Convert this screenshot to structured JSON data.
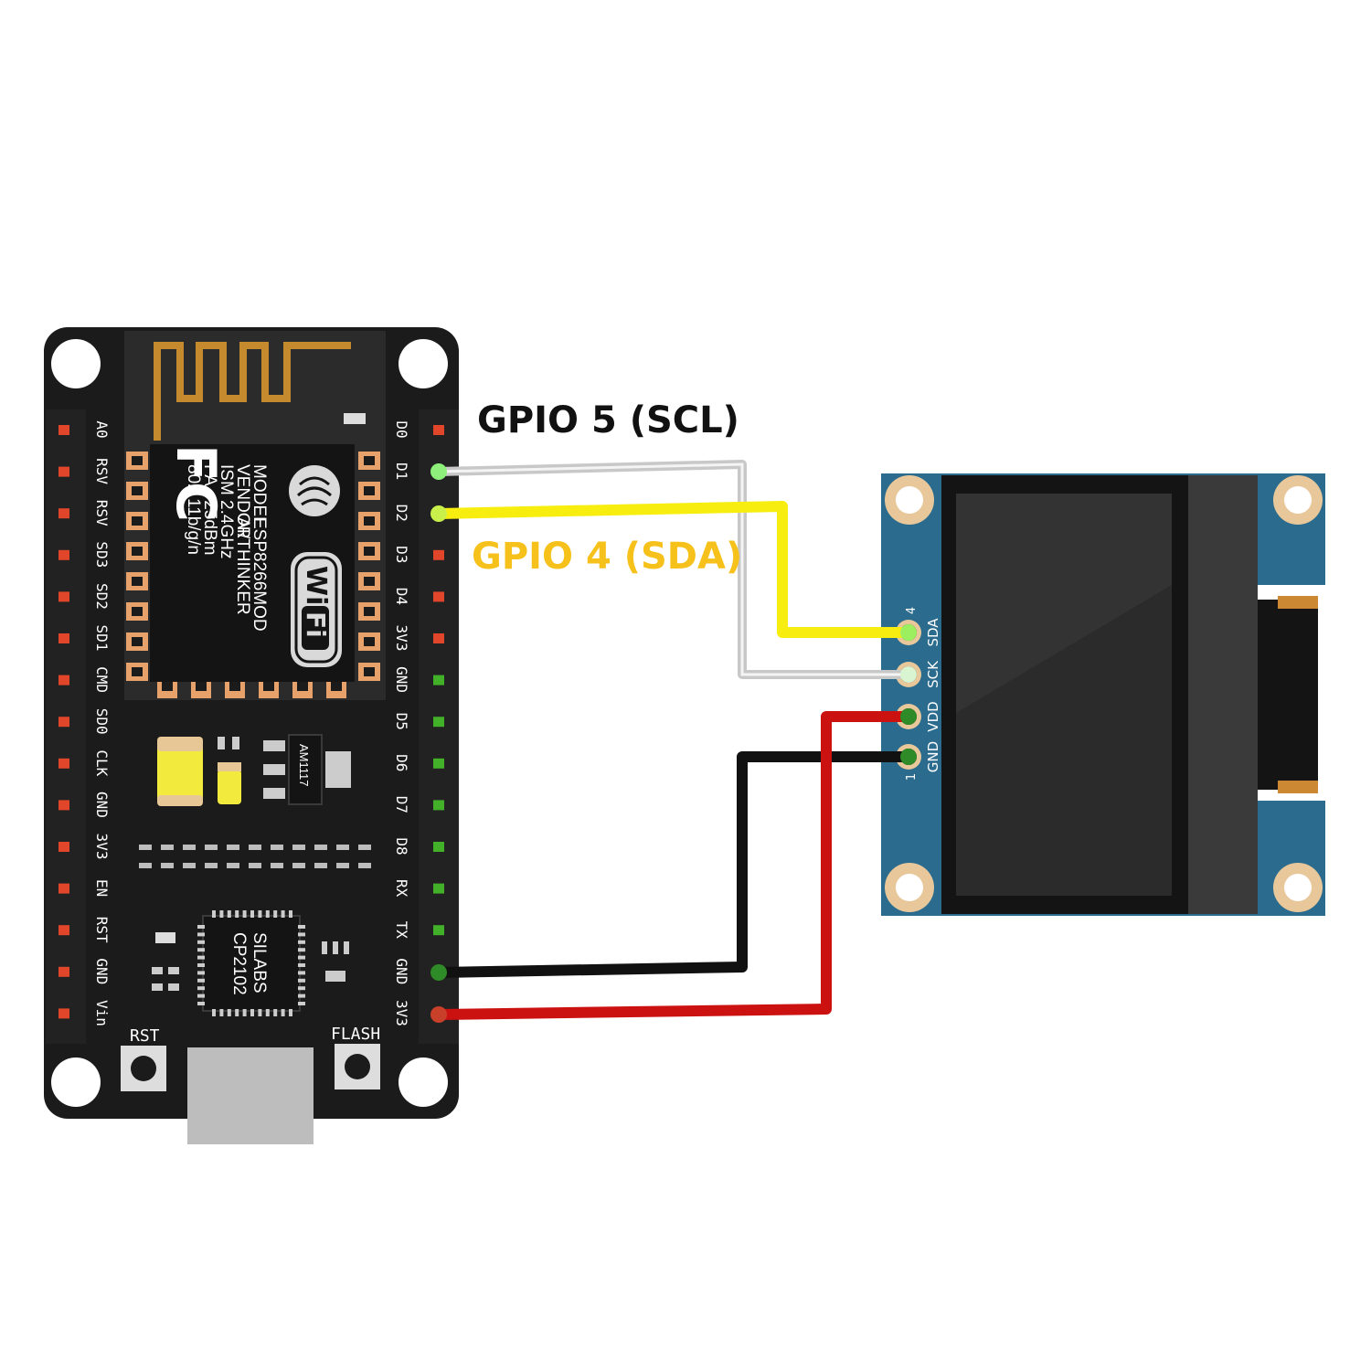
{
  "labels": {
    "scl": "GPIO 5 (SCL)",
    "sda": "GPIO 4 (SDA)"
  },
  "colors": {
    "scl_wire": "#c8c8c8",
    "sda_wire": "#f7ee10",
    "gnd_wire": "#111111",
    "vcc_wire": "#cc1111",
    "sda_label": "#f6c11a",
    "pcb": "#1b1b1b",
    "oled_pcb": "#2a6b8e"
  },
  "nodemcu": {
    "left_pins": [
      "A0",
      "RSV",
      "RSV",
      "SD3",
      "SD2",
      "SD1",
      "CMD",
      "SD0",
      "CLK",
      "GND",
      "3V3",
      "EN",
      "RST",
      "GND",
      "Vin"
    ],
    "right_pins": [
      "D0",
      "D1",
      "D2",
      "D3",
      "D4",
      "3V3",
      "GND",
      "D5",
      "D6",
      "D7",
      "D8",
      "RX",
      "TX",
      "GND",
      "3V3"
    ],
    "module_text": [
      "MODEL",
      "VENDOR",
      "ISM 2.4GHz",
      "PA +25dBm",
      "802.11b/g/n"
    ],
    "module_text2": [
      "ESP8266MOD",
      "AI/THINKER"
    ],
    "fc_logo": "FC",
    "wifi_logo": [
      "Wi",
      "Fi"
    ],
    "usb_chip": [
      "SILABS",
      "CP2102"
    ],
    "regulator": "AM1117",
    "rst_button": "RST",
    "flash_button": "FLASH"
  },
  "oled": {
    "pins": [
      "SDA",
      "SCK",
      "VDD",
      "GND"
    ],
    "pin_num_top": "4",
    "pin_num_bottom": "1"
  }
}
